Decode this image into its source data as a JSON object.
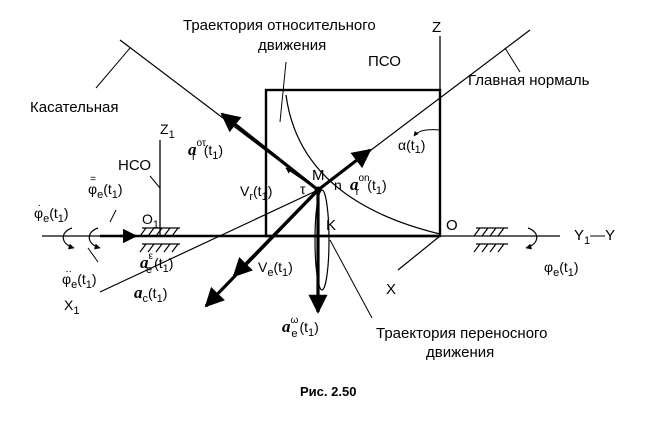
{
  "labels": {
    "rel_traj_line1": "Траектория относительного",
    "rel_traj_line2": "движения",
    "axis_z": "Z",
    "pso": "ПСО",
    "main_normal": "Главная нормаль",
    "tangent": "Касательная",
    "z1": "Z",
    "z1_sub": "1",
    "nso": "НСО",
    "point_m": "M",
    "tau": "τ",
    "n": "n",
    "k": "K",
    "origin_o": "O",
    "o1": "O",
    "o1_sub": "1",
    "axis_y1": "Y",
    "axis_y1_sub": "1",
    "axis_y": "—Y",
    "axis_x": "X",
    "axis_x1": "X",
    "axis_x1_sub": "1",
    "alpha": "α(t",
    "alpha_sub": "1",
    "alpha_end": ")",
    "vr": "V",
    "vr_sub": "r",
    "vr_arg": "(t",
    "vr_arg_sub": "1",
    "vr_end": ")",
    "ve": "V",
    "ve_sub": "e",
    "ve_arg": "(t",
    "ve_arg_sub": "1",
    "ve_end": ")",
    "a": "a",
    "ar_tau_sup": "oτ",
    "ar_sub": "r",
    "ar_on_sup": "on",
    "ae_eps_sup": "ε",
    "ae_sub": "e",
    "ac_sub": "c",
    "ae_omega_sup": "ω",
    "arg_t1": "(t",
    "arg_t1_sub": "1",
    "arg_end": ")",
    "phi": "φ",
    "phi_sub": "e",
    "transl_traj_line1": "Траектория переносного",
    "transl_traj_line2": "движения",
    "caption": "Рис. 2.50"
  }
}
